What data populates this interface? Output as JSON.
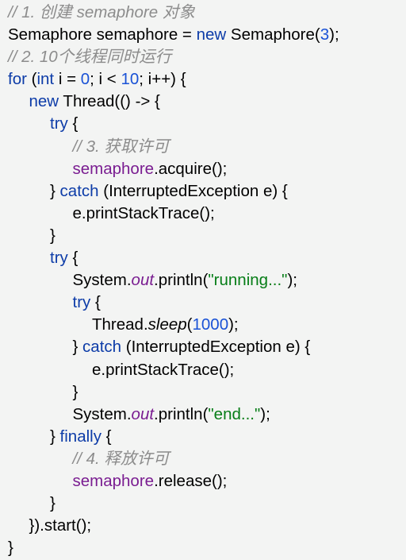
{
  "code": {
    "lines": [
      {
        "indent": 0,
        "tokens": [
          {
            "t": "c",
            "v": "// 1. 创建 semaphore 对象"
          }
        ]
      },
      {
        "indent": 0,
        "tokens": [
          {
            "t": "p",
            "v": "Semaphore semaphore = "
          },
          {
            "t": "k",
            "v": "new"
          },
          {
            "t": "p",
            "v": " Semaphore("
          },
          {
            "t": "n",
            "v": "3"
          },
          {
            "t": "p",
            "v": ");"
          }
        ]
      },
      {
        "indent": 0,
        "tokens": [
          {
            "t": "c",
            "v": "// 2. 10个线程同时运行"
          }
        ]
      },
      {
        "indent": 0,
        "tokens": [
          {
            "t": "k",
            "v": "for"
          },
          {
            "t": "p",
            "v": " ("
          },
          {
            "t": "k",
            "v": "int"
          },
          {
            "t": "p",
            "v": " i = "
          },
          {
            "t": "n",
            "v": "0"
          },
          {
            "t": "p",
            "v": "; i < "
          },
          {
            "t": "n",
            "v": "10"
          },
          {
            "t": "p",
            "v": "; i++) {"
          }
        ]
      },
      {
        "indent": 1,
        "tokens": [
          {
            "t": "k",
            "v": "new"
          },
          {
            "t": "p",
            "v": " Thread(() -> {"
          }
        ]
      },
      {
        "indent": 2,
        "tokens": [
          {
            "t": "k",
            "v": "try"
          },
          {
            "t": "p",
            "v": " {"
          }
        ]
      },
      {
        "indent": 3,
        "tokens": [
          {
            "t": "c",
            "v": "// 3. 获取许可"
          }
        ]
      },
      {
        "indent": 3,
        "tokens": [
          {
            "t": "f",
            "v": "semaphore"
          },
          {
            "t": "p",
            "v": ".acquire();"
          }
        ]
      },
      {
        "indent": 2,
        "tokens": [
          {
            "t": "p",
            "v": "} "
          },
          {
            "t": "k",
            "v": "catch"
          },
          {
            "t": "p",
            "v": " (InterruptedException e) {"
          }
        ]
      },
      {
        "indent": 3,
        "tokens": [
          {
            "t": "p",
            "v": "e.printStackTrace();"
          }
        ]
      },
      {
        "indent": 2,
        "tokens": [
          {
            "t": "p",
            "v": "}"
          }
        ]
      },
      {
        "indent": 2,
        "tokens": [
          {
            "t": "k",
            "v": "try"
          },
          {
            "t": "p",
            "v": " {"
          }
        ]
      },
      {
        "indent": 3,
        "tokens": [
          {
            "t": "p",
            "v": "System."
          },
          {
            "t": "fi",
            "v": "out"
          },
          {
            "t": "p",
            "v": ".println("
          },
          {
            "t": "s",
            "v": "\"running...\""
          },
          {
            "t": "p",
            "v": ");"
          }
        ]
      },
      {
        "indent": 3,
        "tokens": [
          {
            "t": "k",
            "v": "try"
          },
          {
            "t": "p",
            "v": " {"
          }
        ]
      },
      {
        "indent": 4,
        "tokens": [
          {
            "t": "p",
            "v": "Thread."
          },
          {
            "t": "i",
            "v": "sleep"
          },
          {
            "t": "p",
            "v": "("
          },
          {
            "t": "n",
            "v": "1000"
          },
          {
            "t": "p",
            "v": ");"
          }
        ]
      },
      {
        "indent": 3,
        "tokens": [
          {
            "t": "p",
            "v": "} "
          },
          {
            "t": "k",
            "v": "catch"
          },
          {
            "t": "p",
            "v": " (InterruptedException e) {"
          }
        ]
      },
      {
        "indent": 4,
        "tokens": [
          {
            "t": "p",
            "v": "e.printStackTrace();"
          }
        ]
      },
      {
        "indent": 3,
        "tokens": [
          {
            "t": "p",
            "v": "}"
          }
        ]
      },
      {
        "indent": 3,
        "tokens": [
          {
            "t": "p",
            "v": "System."
          },
          {
            "t": "fi",
            "v": "out"
          },
          {
            "t": "p",
            "v": ".println("
          },
          {
            "t": "s",
            "v": "\"end...\""
          },
          {
            "t": "p",
            "v": ");"
          }
        ]
      },
      {
        "indent": 2,
        "tokens": [
          {
            "t": "p",
            "v": "} "
          },
          {
            "t": "k",
            "v": "finally"
          },
          {
            "t": "p",
            "v": " {"
          }
        ]
      },
      {
        "indent": 3,
        "tokens": [
          {
            "t": "c",
            "v": "// 4. 释放许可"
          }
        ]
      },
      {
        "indent": 3,
        "tokens": [
          {
            "t": "f",
            "v": "semaphore"
          },
          {
            "t": "p",
            "v": ".release();"
          }
        ]
      },
      {
        "indent": 2,
        "tokens": [
          {
            "t": "p",
            "v": "}"
          }
        ]
      },
      {
        "indent": 1,
        "tokens": [
          {
            "t": "p",
            "v": "}).start();"
          }
        ]
      },
      {
        "indent": 0,
        "tokens": [
          {
            "t": "p",
            "v": "}"
          }
        ]
      }
    ]
  },
  "colors": {
    "background": "#f3f4f3",
    "comment": "#8c8c8c",
    "keyword": "#0d3ca8",
    "number": "#1a52d6",
    "field": "#7a1d91",
    "string": "#067d17",
    "text": "#000000"
  }
}
